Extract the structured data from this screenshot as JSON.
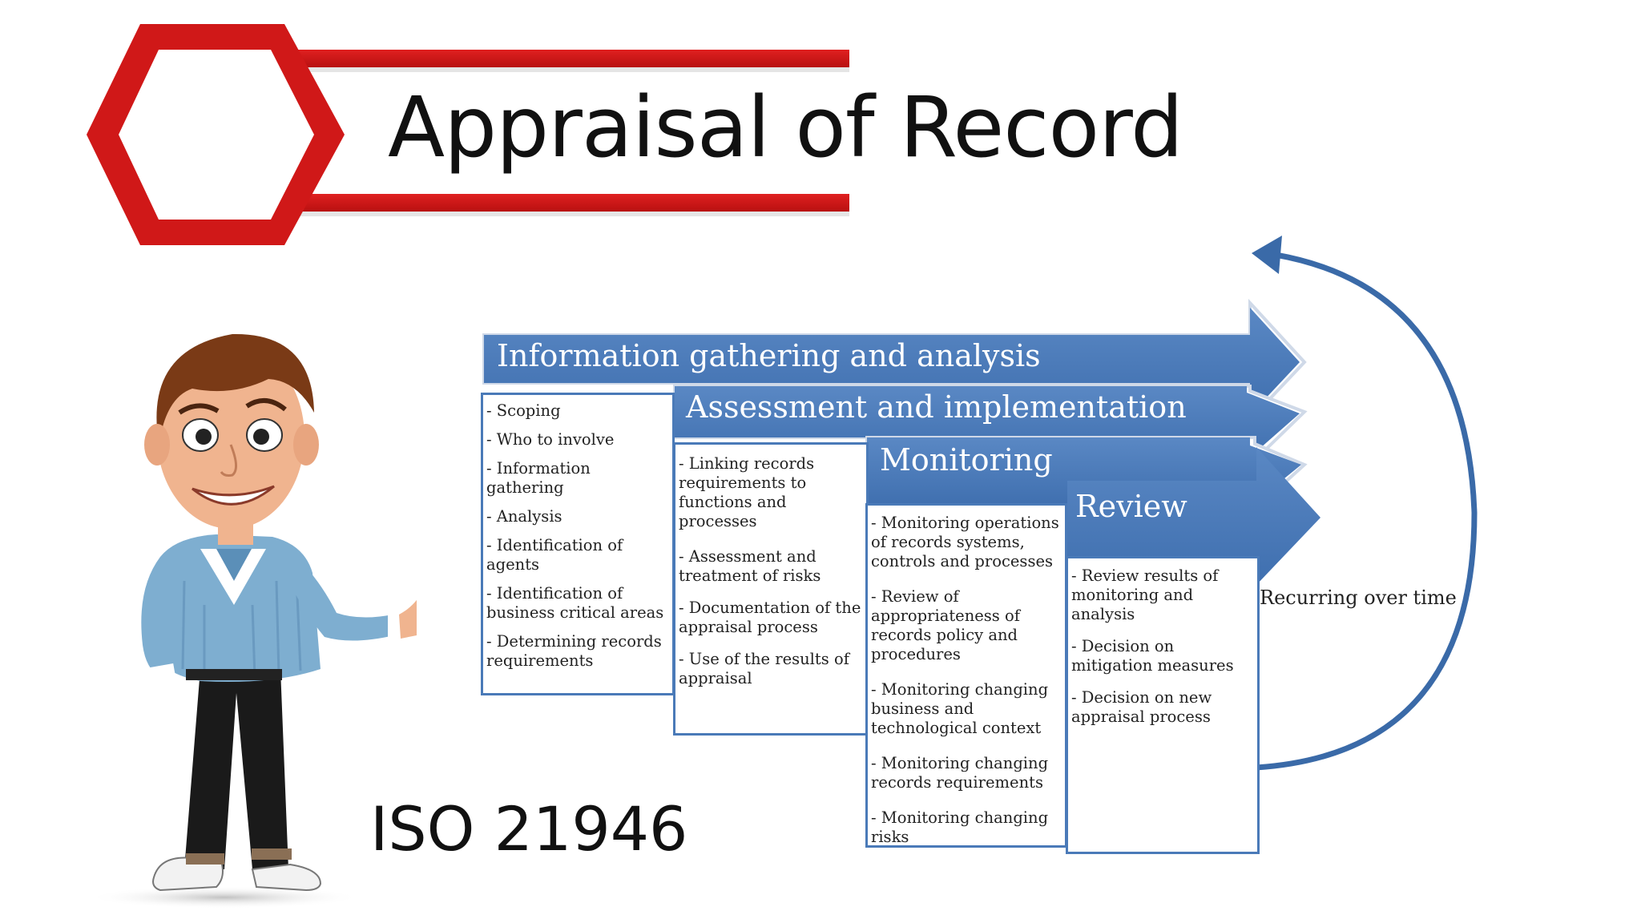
{
  "slide": {
    "title": "Appraisal of Record",
    "standard": "ISO 21946",
    "colors": {
      "accent_red": "#d01818",
      "band_blue": "#4a7ab8",
      "arrow_blue": "#3a6aa8"
    }
  },
  "process": {
    "stages": [
      {
        "title": "Information gathering and analysis",
        "items": [
          "- Scoping",
          "- Who to involve",
          "- Information gathering",
          "- Analysis",
          "- Identification of agents",
          "- Identification of business critical areas",
          "- Determining records requirements"
        ]
      },
      {
        "title": "Assessment and implementation",
        "items": [
          "- Linking records requirements to functions and processes",
          "- Assessment and treatment of risks",
          "- Documentation of the appraisal process",
          "- Use of the results of appraisal"
        ]
      },
      {
        "title": "Monitoring",
        "items": [
          "- Monitoring operations of records systems, controls and processes",
          "- Review of appropriateness of records policy and procedures",
          "- Monitoring changing business and technological context",
          "- Monitoring changing records requirements",
          "- Monitoring changing risks"
        ]
      },
      {
        "title": "Review",
        "items": [
          "- Review results of monitoring and analysis",
          "- Decision on mitigation measures",
          "- Decision on new appraisal process"
        ]
      }
    ],
    "cycle_label": "Recurring over time"
  }
}
